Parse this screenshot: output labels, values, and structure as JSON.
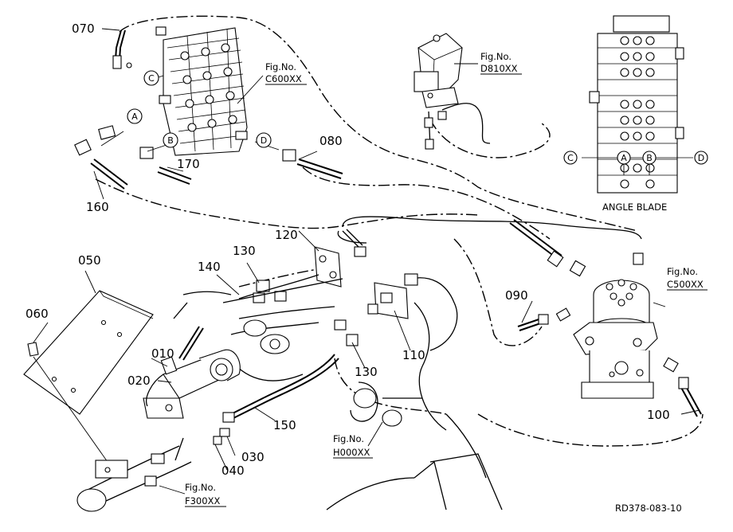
{
  "drawing_id": "RD378-083-10",
  "part_labels": {
    "p010": "010",
    "p020": "020",
    "p030": "030",
    "p040": "040",
    "p050": "050",
    "p060": "060",
    "p070": "070",
    "p080": "080",
    "p090": "090",
    "p100": "100",
    "p110": "110",
    "p120": "120",
    "p130a": "130",
    "p130b": "130",
    "p140": "140",
    "p150": "150",
    "p160": "160",
    "p170": "170"
  },
  "figure_refs": [
    {
      "caption": "Fig.No.",
      "code": "C600XX"
    },
    {
      "caption": "Fig.No.",
      "code": "D810XX"
    },
    {
      "caption": "Fig.No.",
      "code": "C500XX"
    },
    {
      "caption": "Fig.No.",
      "code": "H000XX"
    },
    {
      "caption": "Fig.No.",
      "code": "F300XX"
    }
  ],
  "port_markers": {
    "c_main": "C",
    "a_main": "A",
    "b_main": "B",
    "d_main": "D",
    "c_inset": "C",
    "a_inset": "A",
    "b_inset": "B",
    "d_inset": "D"
  },
  "inset_caption": "ANGLE BLADE"
}
